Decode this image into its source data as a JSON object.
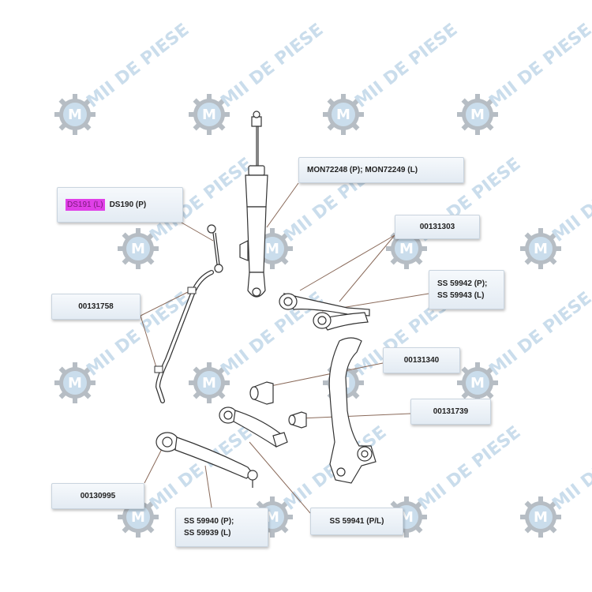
{
  "watermark": {
    "text": "MII DE PIESE",
    "icon": "gear-logo-icon",
    "color": "#9fc2dc"
  },
  "colors": {
    "box_bg": "#eaf0f6",
    "leader": "#8a6a5a",
    "highlight": "#e040e8"
  },
  "labels": {
    "ds": {
      "highlighted": "DS191 (L)",
      "rest": "DS190  (P)"
    },
    "strut": "MON72248 (P);  MON72249 (L)",
    "arm_upper_bush": "00131303",
    "ss_upper": [
      "SS 59942 (P);",
      "SS 59943 (L)"
    ],
    "stab_bar": "00131758",
    "knuckle_bush": "00131340",
    "knuckle_bush2": "00131739",
    "lower_arm_bush": "00130995",
    "ss_lower": [
      "SS 59940 (P);",
      "SS 59939 (L)"
    ],
    "ss_rear_lower": "SS 59941 (P/L)"
  }
}
